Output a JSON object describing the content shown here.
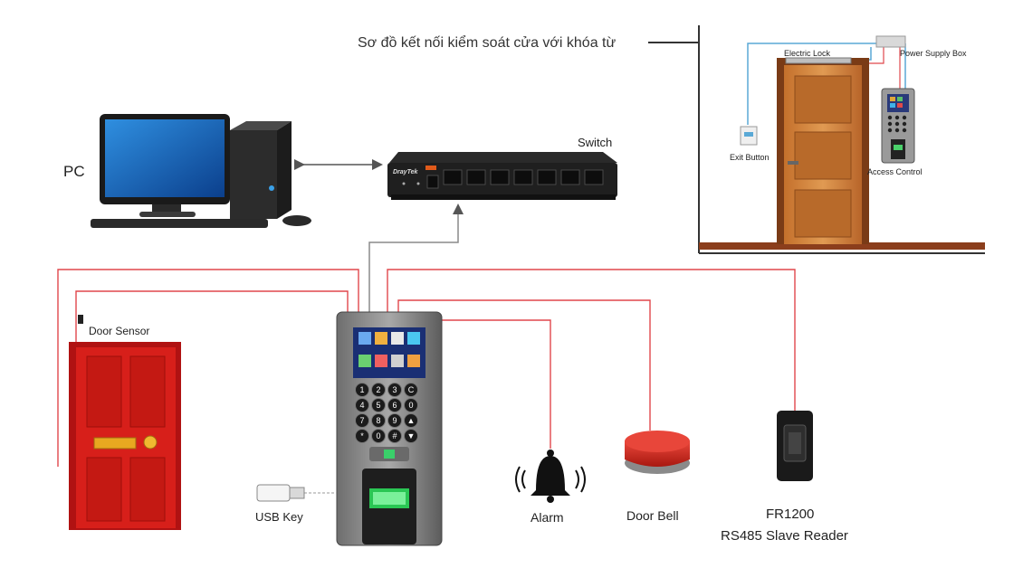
{
  "title": "Sơ đồ kết nối kiểm soát cửa với khóa từ",
  "labels": {
    "pc": "PC",
    "switch": "Switch",
    "door_sensor": "Door Sensor",
    "usb_key": "USB Key",
    "alarm": "Alarm",
    "door_bell": "Door Bell",
    "reader_model": "FR1200",
    "reader_desc": "RS485 Slave Reader"
  },
  "inset": {
    "electric_lock": "Electric Lock",
    "power_supply_box": "Power Supply Box",
    "exit_button": "Exit Button",
    "access_control": "Access Control"
  },
  "switch_brand": "DrayTek",
  "keypad": [
    "1",
    "2",
    "3",
    "C",
    "4",
    "5",
    "6",
    "0",
    "7",
    "8",
    "9",
    "▲",
    "*",
    "0",
    "#",
    "▼"
  ],
  "colors": {
    "red_wire": "#e0474c",
    "gray_wire": "#8a8a8a",
    "blue_wire": "#5aa9d6",
    "door_red": "#d71f1a",
    "bell_red": "#d8281e"
  }
}
